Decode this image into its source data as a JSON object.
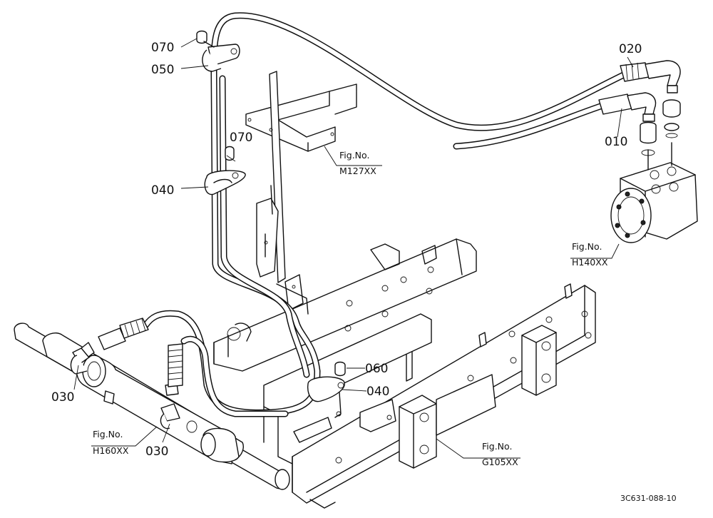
{
  "part_labels": {
    "p070a": "070",
    "p050": "050",
    "p070b": "070",
    "p040a": "040",
    "p020": "020",
    "p010": "010",
    "p060": "060",
    "p040b": "040",
    "p030a": "030",
    "p030b": "030"
  },
  "figure_refs": {
    "m127": {
      "line1": "Fig.No.",
      "line2": "M127XX"
    },
    "h140": {
      "line1": "Fig.No.",
      "line2": "H140XX"
    },
    "h160": {
      "line1": "Fig.No.",
      "line2": "H160XX"
    },
    "g105": {
      "line1": "Fig.No.",
      "line2": "G105XX"
    }
  },
  "drawing_code": "3C631-088-10"
}
